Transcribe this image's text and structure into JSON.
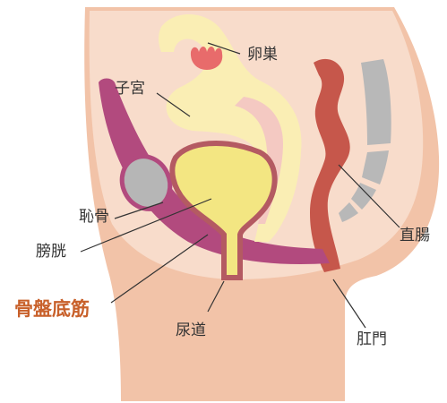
{
  "labels": {
    "ovary": "卵巣",
    "uterus": "子宮",
    "pubic_bone": "恥骨",
    "bladder": "膀胱",
    "pelvic_floor": "骨盤底筋",
    "urethra": "尿道",
    "rectum": "直腸",
    "anus": "肛門"
  },
  "colors": {
    "skin_light": "#f8dccb",
    "skin_mid": "#f2c3a8",
    "uterus": "#faeeb4",
    "uterus_inner": "#f4c9c2",
    "ovary": "#e86b6b",
    "bladder_fill": "#f3e682",
    "bladder_wall": "#b45a62",
    "pelvic_floor": "#b24a7e",
    "pubic_bone": "#b6b6b6",
    "rectum": "#c6574b",
    "spine": "#b8b8b8",
    "accent_text": "#c8602a",
    "text": "#333333"
  }
}
